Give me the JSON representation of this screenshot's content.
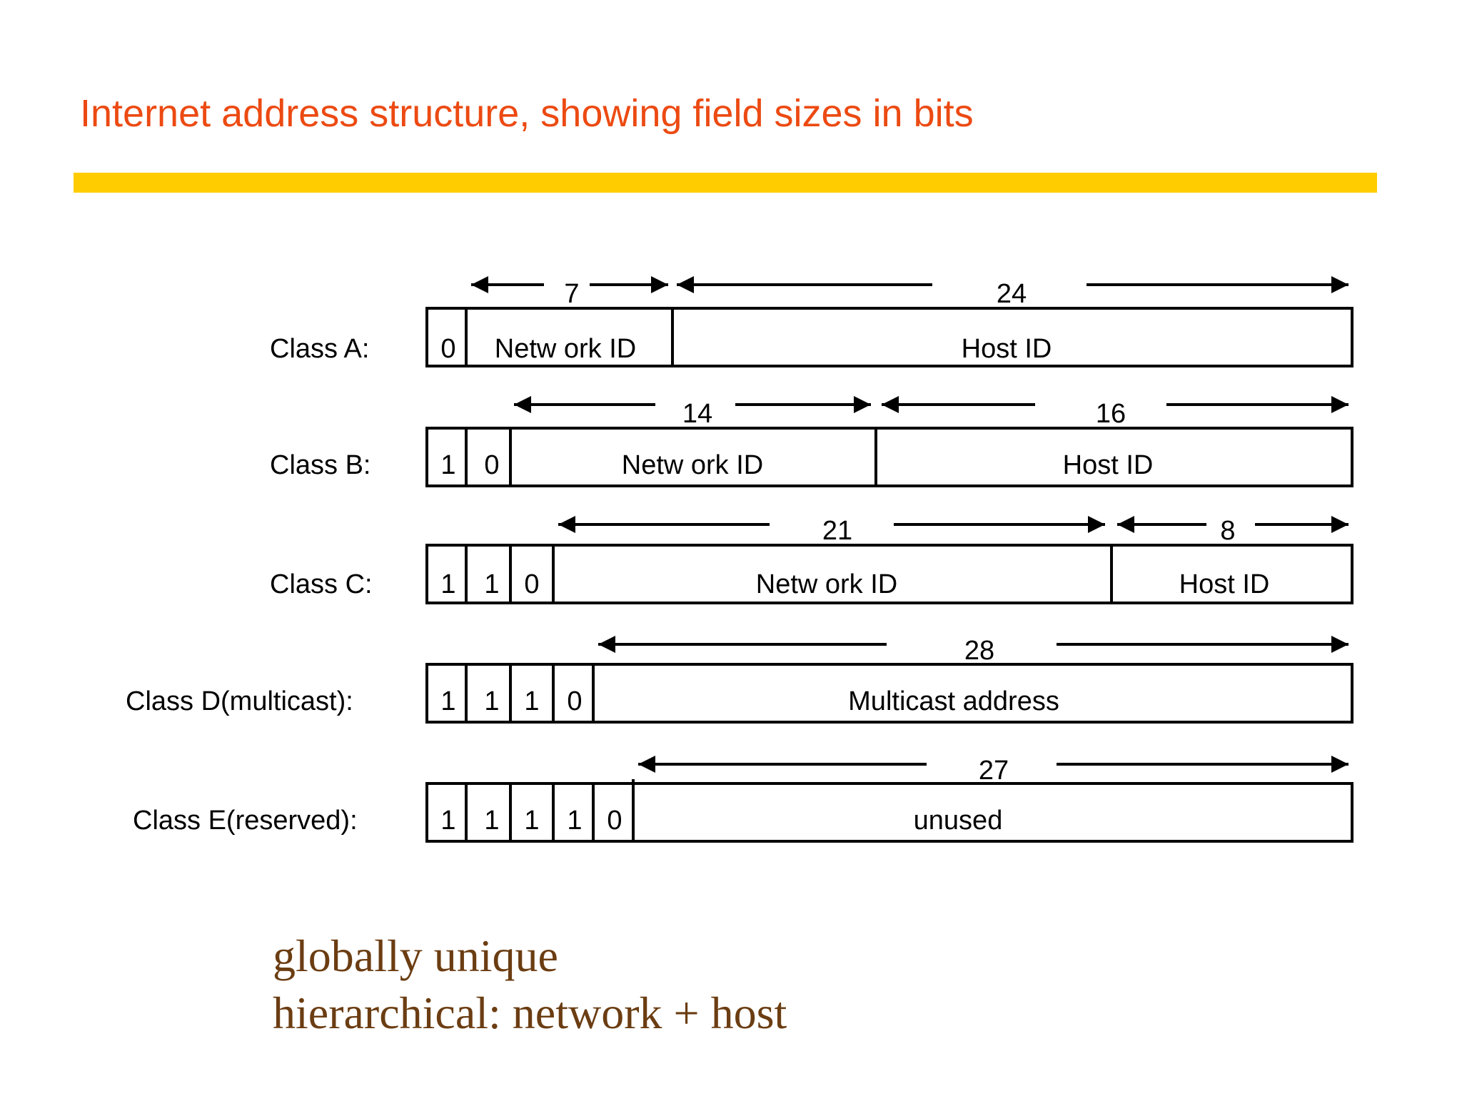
{
  "title": "Internet address structure, showing field sizes in bits",
  "diagram": {
    "rows": [
      {
        "label": "Class A:",
        "bits": [
          "0"
        ],
        "fields": [
          {
            "name": "Netw ork ID",
            "size": "7"
          },
          {
            "name": "Host ID",
            "size": "24"
          }
        ]
      },
      {
        "label": "Class B:",
        "bits": [
          "1",
          "0"
        ],
        "fields": [
          {
            "name": "Netw ork ID",
            "size": "14"
          },
          {
            "name": "Host ID",
            "size": "16"
          }
        ]
      },
      {
        "label": "Class C:",
        "bits": [
          "1",
          "1",
          "0"
        ],
        "fields": [
          {
            "name": "Netw ork ID",
            "size": "21"
          },
          {
            "name": "Host ID",
            "size": "8"
          }
        ]
      },
      {
        "label": "Class D(multicast):",
        "bits": [
          "1",
          "1",
          "1",
          "0"
        ],
        "fields": [
          {
            "name": "Multicast address",
            "size": "28"
          }
        ]
      },
      {
        "label": "Class E(reserved):",
        "bits": [
          "1",
          "1",
          "1",
          "1",
          "0"
        ],
        "fields": [
          {
            "name": "unused",
            "size": "27"
          }
        ]
      }
    ]
  },
  "bullets": [
    "globally unique",
    "hierarchical: network + host"
  ],
  "colors": {
    "title": "#ec4a12",
    "rule": "#ffcc00",
    "bullets": "#6b3d12",
    "diagram": "#000000"
  }
}
